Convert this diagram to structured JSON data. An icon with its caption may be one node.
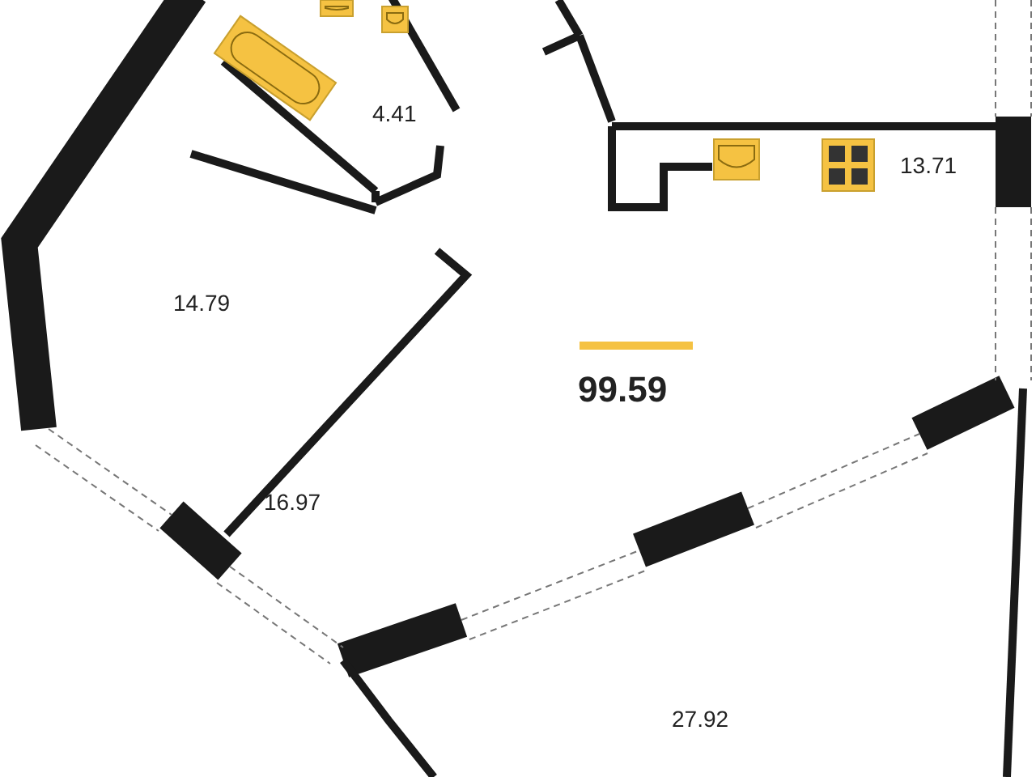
{
  "diagram": {
    "labels": [
      "4.41",
      "13.71",
      "14.79",
      "99.59",
      "16.97",
      "27.92"
    ]
  }
}
